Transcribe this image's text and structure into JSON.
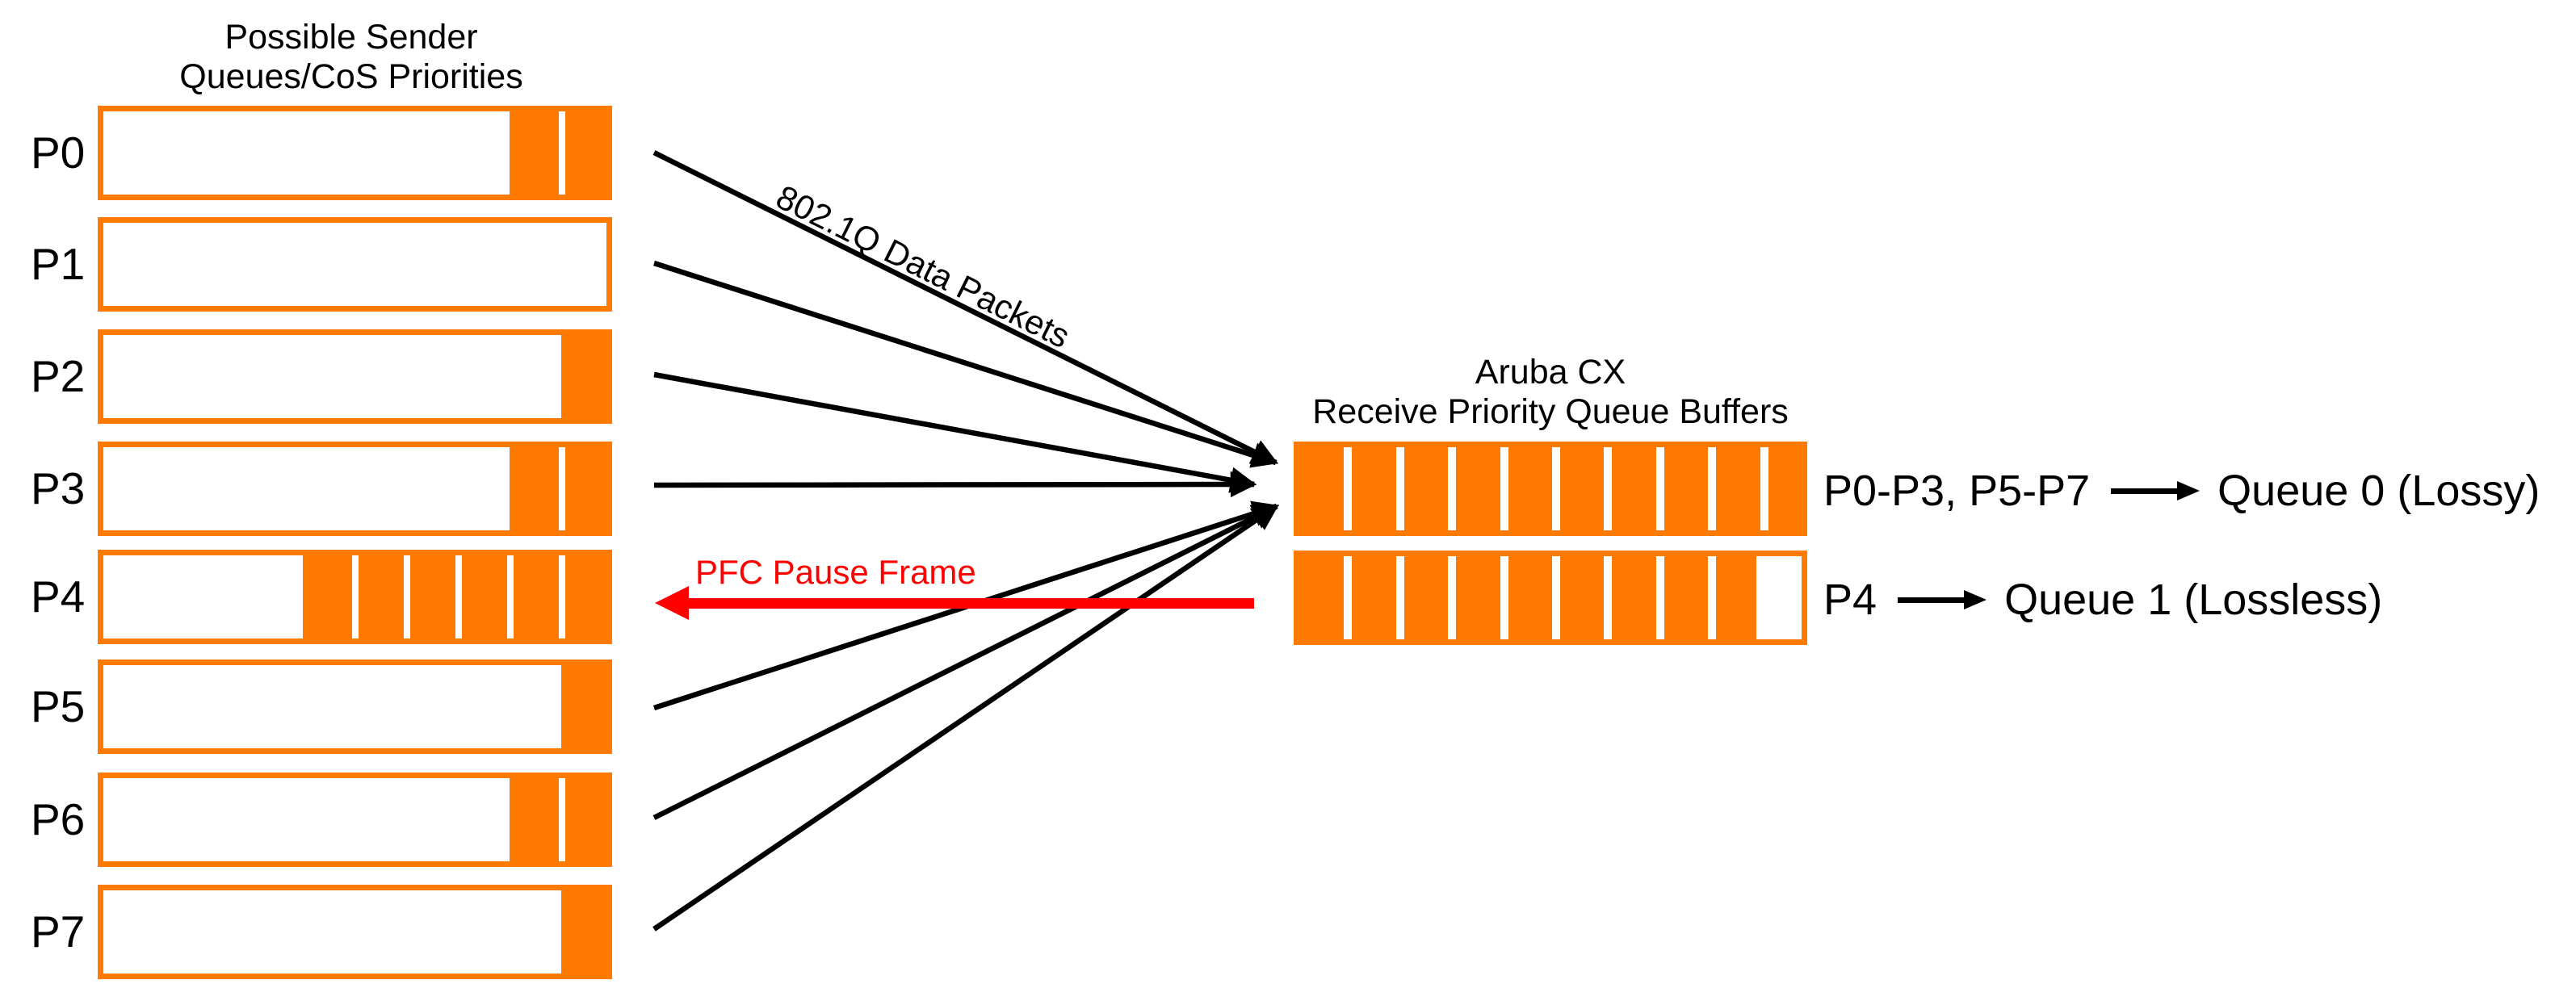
{
  "sender": {
    "title_line1": "Possible Sender",
    "title_line2": "Queues/CoS Priorities",
    "queues": [
      {
        "label": "P0",
        "queued_packets": 2,
        "target": "queue0"
      },
      {
        "label": "P1",
        "queued_packets": 0,
        "target": "queue0"
      },
      {
        "label": "P2",
        "queued_packets": 1,
        "target": "queue0"
      },
      {
        "label": "P3",
        "queued_packets": 2,
        "target": "queue0"
      },
      {
        "label": "P4",
        "queued_packets": 6,
        "target": "paused"
      },
      {
        "label": "P5",
        "queued_packets": 1,
        "target": "queue0"
      },
      {
        "label": "P6",
        "queued_packets": 2,
        "target": "queue0"
      },
      {
        "label": "P7",
        "queued_packets": 1,
        "target": "queue0"
      }
    ]
  },
  "links": {
    "data_label": "802.1Q Data Packets",
    "pause_label": "PFC Pause Frame"
  },
  "receiver": {
    "title_line1": "Aruba CX",
    "title_line2": "Receive Priority Queue Buffers",
    "slots_per_buffer": 10,
    "buffers": [
      {
        "name": "queue0",
        "filled_slots": 10,
        "priorities": "P0-P3, P5-P7",
        "queue_label": "Queue 0 (Lossy)"
      },
      {
        "name": "queue1",
        "filled_slots": 9,
        "priorities": "P4",
        "queue_label": "Queue 1 (Lossless)"
      }
    ]
  },
  "colors": {
    "buffer_orange": "#ff7a00",
    "pause_red": "#ff0000",
    "link_black": "#000000"
  }
}
